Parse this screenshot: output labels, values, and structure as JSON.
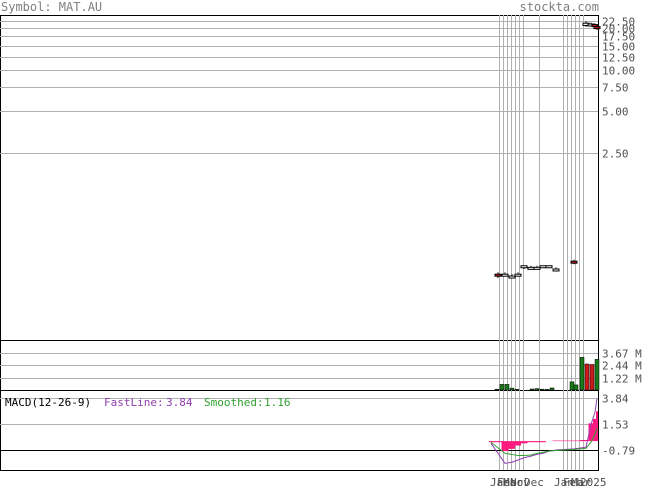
{
  "header": {
    "symbol_label": "Symbol: MAT.AU",
    "site": "stockta.com"
  },
  "chart_data": {
    "type": "candlestick",
    "price_panel": {
      "scale": "log",
      "yticks": [
        2.5,
        5.0,
        7.5,
        10.0,
        12.5,
        15.0,
        17.5,
        20.0,
        22.5
      ],
      "ytick_labels": [
        "2.50",
        "5.00",
        "7.50",
        "10.00",
        "12.50",
        "15.00",
        "17.50",
        "20.00",
        "22.50"
      ],
      "candles": [
        {
          "o": 0.33,
          "c": 0.32,
          "h": 0.34,
          "l": 0.31,
          "up": false
        },
        {
          "o": 0.33,
          "c": 0.33,
          "h": 0.34,
          "l": 0.32,
          "up": true
        },
        {
          "o": 0.32,
          "c": 0.32,
          "h": 0.33,
          "l": 0.31,
          "up": true
        },
        {
          "o": 0.33,
          "c": 0.33,
          "h": 0.34,
          "l": 0.32,
          "up": true
        },
        {
          "o": 0.38,
          "c": 0.37,
          "h": 0.38,
          "l": 0.36,
          "up": true
        },
        {
          "o": 0.37,
          "c": 0.37,
          "h": 0.38,
          "l": 0.36,
          "up": true
        },
        {
          "o": 0.37,
          "c": 0.37,
          "h": 0.38,
          "l": 0.37,
          "up": true
        },
        {
          "o": 0.37,
          "c": 0.38,
          "h": 0.38,
          "l": 0.37,
          "up": true
        },
        {
          "o": 0.38,
          "c": 0.38,
          "h": 0.38,
          "l": 0.37,
          "up": true
        },
        {
          "o": 0.36,
          "c": 0.36,
          "h": 0.37,
          "l": 0.35,
          "up": true
        },
        {
          "o": 0.41,
          "c": 0.4,
          "h": 0.42,
          "l": 0.39,
          "up": false
        },
        {
          "o": 21.0,
          "c": 21.8,
          "h": 22.5,
          "l": 20.5,
          "up": true
        },
        {
          "o": 21.5,
          "c": 21.4,
          "h": 22.0,
          "l": 20.8,
          "up": true
        },
        {
          "o": 21.3,
          "c": 20.6,
          "h": 21.7,
          "l": 20.0,
          "up": false
        },
        {
          "o": 20.6,
          "c": 19.9,
          "h": 21.0,
          "l": 19.5,
          "up": false
        }
      ]
    },
    "volume_panel": {
      "ytick_labels": [
        "3.67 M",
        "2.44 M",
        "1.22 M"
      ],
      "yticks": [
        3.67,
        2.44,
        1.22
      ],
      "max": 4.9,
      "bars": [
        {
          "v": 0.08,
          "up": true
        },
        {
          "v": 0.55,
          "up": true
        },
        {
          "v": 0.55,
          "up": true
        },
        {
          "v": 0.18,
          "up": true
        },
        {
          "v": 0.06,
          "up": true
        },
        {
          "v": 0.1,
          "up": true
        },
        {
          "v": 0.14,
          "up": true
        },
        {
          "v": 0.08,
          "up": true
        },
        {
          "v": 0.06,
          "up": true
        },
        {
          "v": 0.2,
          "up": true
        },
        {
          "v": 0.8,
          "up": true
        },
        {
          "v": 0.5,
          "up": true
        },
        {
          "v": 3.2,
          "up": true
        },
        {
          "v": 2.55,
          "up": false
        },
        {
          "v": 2.5,
          "up": false
        },
        {
          "v": 3.0,
          "up": true
        }
      ]
    },
    "macd_panel": {
      "title": "MACD(12-26-9)",
      "fast_label": "FastLine:",
      "fast_value": "3.84",
      "smooth_label": "Smoothed:",
      "smooth_value": "1.16",
      "ytick_labels": [
        "3.84",
        "1.53",
        "-0.79"
      ],
      "yticks": [
        3.84,
        1.53,
        -0.79
      ],
      "ylim": [
        -2.6,
        4.6
      ],
      "fast": [
        -0.2,
        -2.0,
        -1.9,
        -1.7,
        -1.5,
        -1.35,
        -1.2,
        -1.1,
        -0.9,
        -0.8,
        -0.7,
        -0.55,
        1.5,
        2.6,
        3.84
      ],
      "smooth": [
        -0.1,
        -1.1,
        -1.2,
        -1.3,
        -1.3,
        -1.25,
        -1.1,
        -1.0,
        -0.9,
        -0.85,
        -0.75,
        -0.65,
        -0.1,
        0.6,
        1.16
      ],
      "hist": [
        -0.1,
        -0.9,
        -0.7,
        -0.4,
        -0.2,
        -0.1,
        -0.1,
        -0.1,
        0.0,
        0.05,
        0.05,
        0.1,
        1.6,
        2.0,
        2.68
      ]
    },
    "x_labels": [
      "Jan",
      "Feb",
      "Mar",
      "Nov",
      "Dec",
      "Jan",
      "Feb",
      "Mar",
      "2025"
    ]
  },
  "colors": {
    "up": "#1a7a1a",
    "down": "#cc1a1a",
    "hist": "#ff1a80",
    "fast_line": "#9040b0",
    "smooth_line": "#30a030",
    "grid": "#b0b0b0",
    "header": "#808080"
  }
}
